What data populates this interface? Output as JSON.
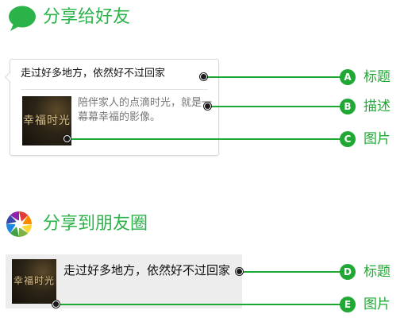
{
  "sections": {
    "wechat": {
      "title": "分享给好友"
    },
    "moments": {
      "title": "分享到朋友圈"
    }
  },
  "friend_card": {
    "title": "走过好多地方，依然好不过回家",
    "description": "陪伴家人的点滴时光，就是一幕幕幸福的影像。",
    "thumbnail_text": "幸福时光"
  },
  "moments_card": {
    "title": "走过好多地方，依然好不过回家",
    "thumbnail_text": "幸福时光"
  },
  "callouts": [
    {
      "letter": "A",
      "label": "标题"
    },
    {
      "letter": "B",
      "label": "描述"
    },
    {
      "letter": "C",
      "label": "图片"
    },
    {
      "letter": "D",
      "label": "标题"
    },
    {
      "letter": "E",
      "label": "图片"
    }
  ],
  "colors": {
    "accent": "#1fa833",
    "wechat_green": "#2bb34a"
  }
}
